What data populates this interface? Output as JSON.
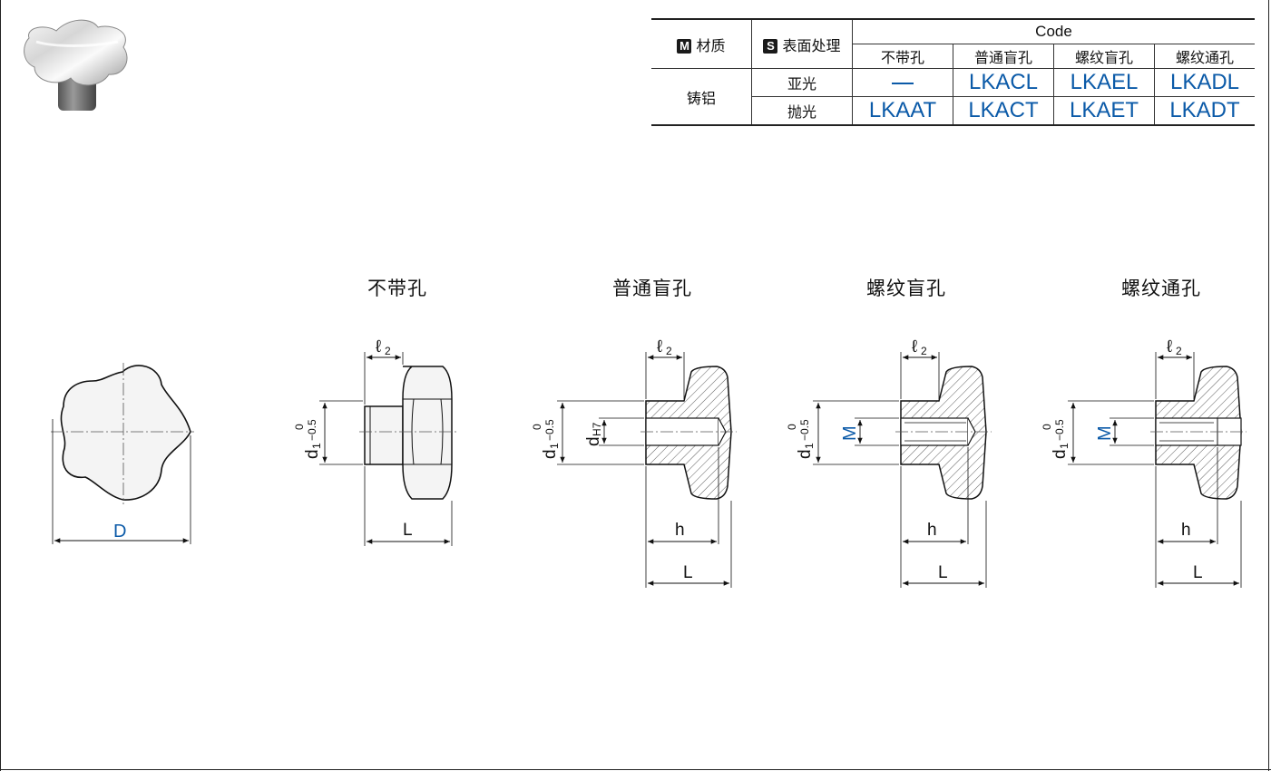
{
  "table": {
    "material_badge": "M",
    "material_header": "材质",
    "surface_badge": "S",
    "surface_header": "表面处理",
    "code_header": "Code",
    "columns": [
      "不带孔",
      "普通盲孔",
      "螺纹盲孔",
      "螺纹通孔"
    ],
    "material": "铸铝",
    "rows": [
      {
        "surface": "亚光",
        "codes": [
          "—",
          "LKACL",
          "LKAEL",
          "LKADL"
        ]
      },
      {
        "surface": "抛光",
        "codes": [
          "LKAAT",
          "LKACT",
          "LKAET",
          "LKADT"
        ]
      }
    ]
  },
  "drawings": {
    "titles": [
      "不带孔",
      "普通盲孔",
      "螺纹盲孔",
      "螺纹通孔"
    ],
    "front_view_dim": "D",
    "dim_l2": "ℓ",
    "dim_l2_sub": "2",
    "dim_d1": "d",
    "dim_d1_sub": "1",
    "tol_upper": "0",
    "tol_lower": "−0.5",
    "dim_dH7": "d",
    "dim_dH7_sub": "H7",
    "dim_M": "M",
    "dim_h": "h",
    "dim_L": "L"
  },
  "colors": {
    "accent_blue": "#0b5aa8",
    "line": "#111111"
  }
}
